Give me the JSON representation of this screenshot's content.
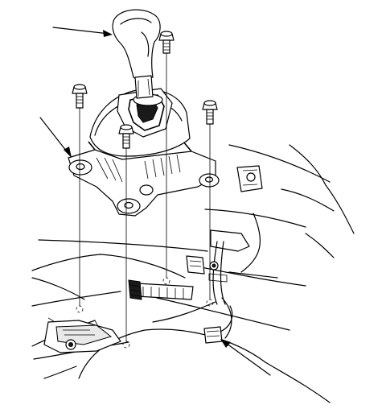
{
  "diagram": {
    "parts": [
      {
        "id": "shift-knob"
      },
      {
        "id": "shift-lever-assembly"
      },
      {
        "id": "mounting-bolt",
        "count": 4
      },
      {
        "id": "harness-connector"
      }
    ],
    "leaders": 3,
    "colors": {
      "ink": "#000000",
      "paper": "#ffffff",
      "shade": "#e9e9e9"
    }
  }
}
